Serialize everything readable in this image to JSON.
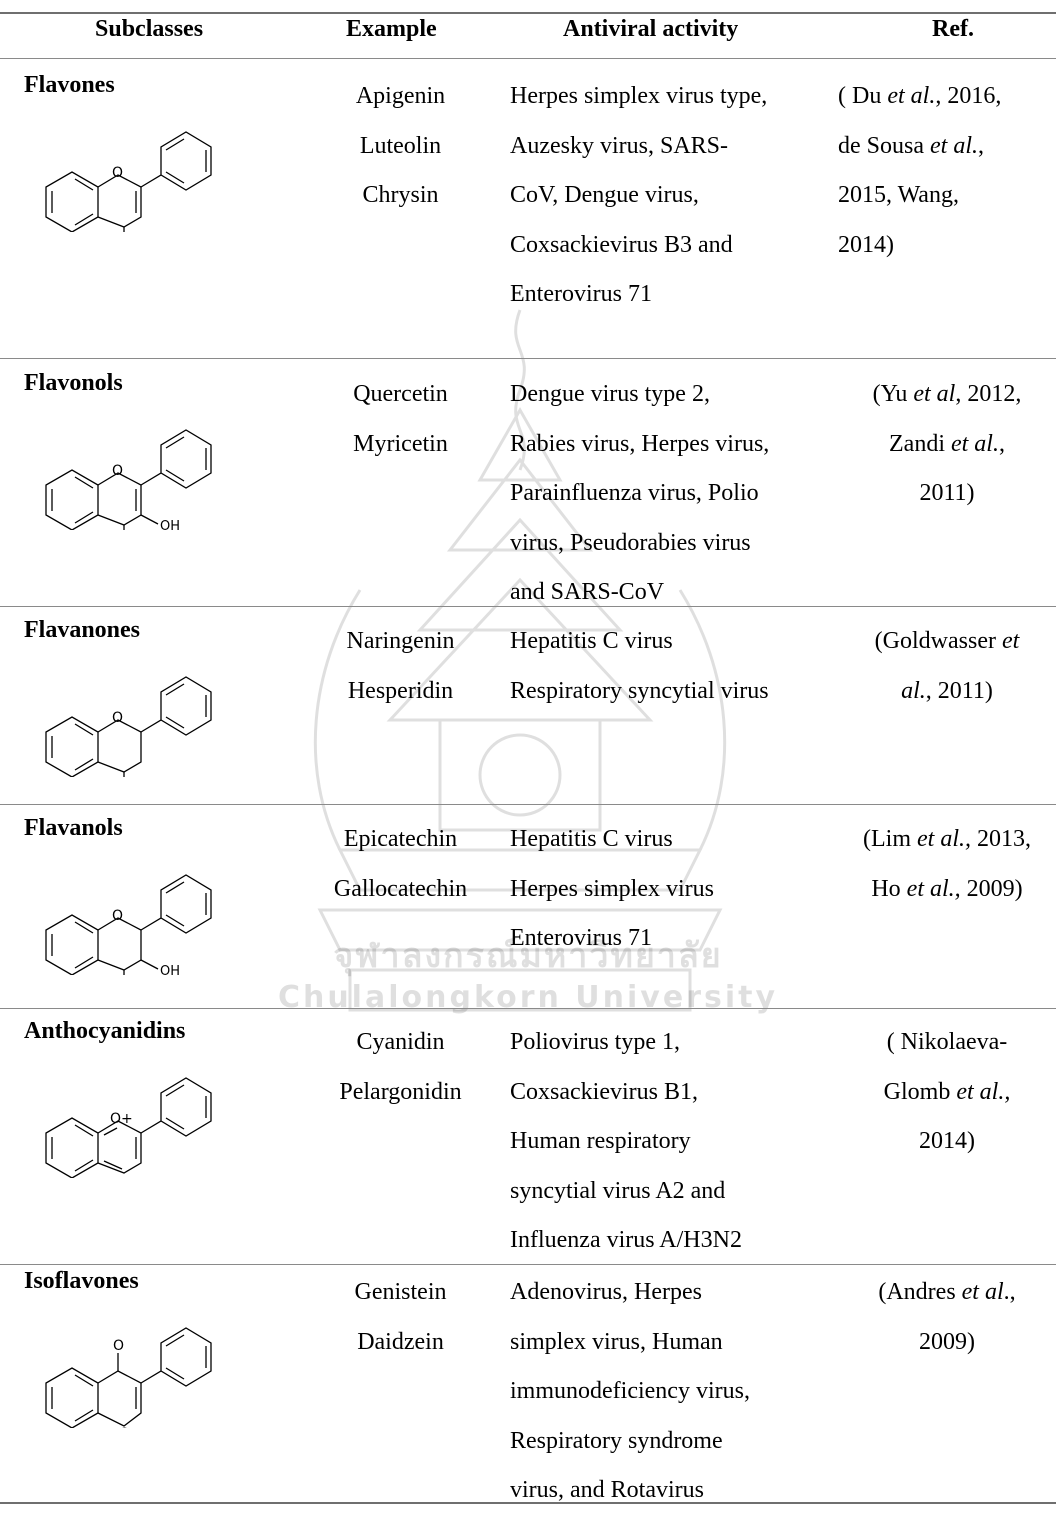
{
  "table": {
    "headers": {
      "subclasses": "Subclasses",
      "example": "Example",
      "activity": "Antiviral activity",
      "ref": "Ref."
    },
    "rows": [
      {
        "subclass": "Flavones",
        "examples": [
          "Apigenin",
          "Luteolin",
          "Chrysin"
        ],
        "activity": [
          "Herpes simplex virus type,",
          "Auzesky virus, SARS-",
          "CoV, Dengue virus,",
          "Coxsackievirus B3 and",
          "Enterovirus 71"
        ],
        "ref": [
          [
            "( Du ",
            "et al.",
            ", 2016,"
          ],
          [
            "de Sousa ",
            "et al.",
            ","
          ],
          [
            "2015,  Wang,",
            "",
            ""
          ],
          [
            "2014)",
            "",
            ""
          ]
        ]
      },
      {
        "subclass": "Flavonols",
        "examples": [
          "Quercetin",
          "Myricetin"
        ],
        "activity": [
          "Dengue virus type 2,",
          "Rabies virus, Herpes virus,",
          "Parainfluenza virus, Polio",
          "virus, Pseudorabies virus",
          "and SARS-CoV"
        ],
        "ref": [
          [
            "(Yu ",
            "et al",
            ", 2012,"
          ],
          [
            "Zandi ",
            "et al.",
            ","
          ],
          [
            "2011)",
            "",
            ""
          ]
        ]
      },
      {
        "subclass": "Flavanones",
        "examples": [
          "Naringenin",
          "Hesperidin"
        ],
        "activity": [
          "Hepatitis C virus",
          "Respiratory syncytial virus"
        ],
        "ref": [
          [
            "(Goldwasser ",
            "et",
            ""
          ],
          [
            "",
            "al.",
            ", 2011)"
          ]
        ]
      },
      {
        "subclass": "Flavanols",
        "examples": [
          "Epicatechin",
          "Gallocatechin"
        ],
        "activity": [
          "Hepatitis C virus",
          "Herpes simplex virus",
          "Enterovirus 71"
        ],
        "ref": [
          [
            "(Lim ",
            "et al.,",
            " 2013,"
          ],
          [
            "Ho ",
            "et al.,",
            " 2009)"
          ]
        ]
      },
      {
        "subclass": "Anthocyanidins",
        "examples": [
          "Cyanidin",
          "Pelargonidin"
        ],
        "activity": [
          "Poliovirus type 1,",
          "Coxsackievirus B1,",
          "Human respiratory",
          "syncytial virus A2  and",
          "Influenza virus A/H3N2"
        ],
        "ref": [
          [
            "( Nikolaeva-",
            "",
            ""
          ],
          [
            "Glomb  ",
            "et al.,",
            ""
          ],
          [
            "2014)",
            "",
            ""
          ]
        ]
      },
      {
        "subclass": "Isoflavones",
        "examples": [
          "Genistein",
          "Daidzein"
        ],
        "activity": [
          "Adenovirus, Herpes",
          "simplex virus, Human",
          "immunodeficiency virus,",
          "Respiratory syndrome",
          "virus, and Rotavirus"
        ],
        "ref": [
          [
            "(Andres ",
            "et al",
            "., "
          ],
          [
            "2009)",
            "",
            ""
          ]
        ]
      }
    ]
  },
  "structures": {
    "atom_O": "O",
    "atom_OH": "OH",
    "atom_O_plus": "O+"
  },
  "watermark": {
    "thai": "จุฬาลงกรณ์มหาวิทยาลัย",
    "english": "Chulalongkorn University"
  }
}
